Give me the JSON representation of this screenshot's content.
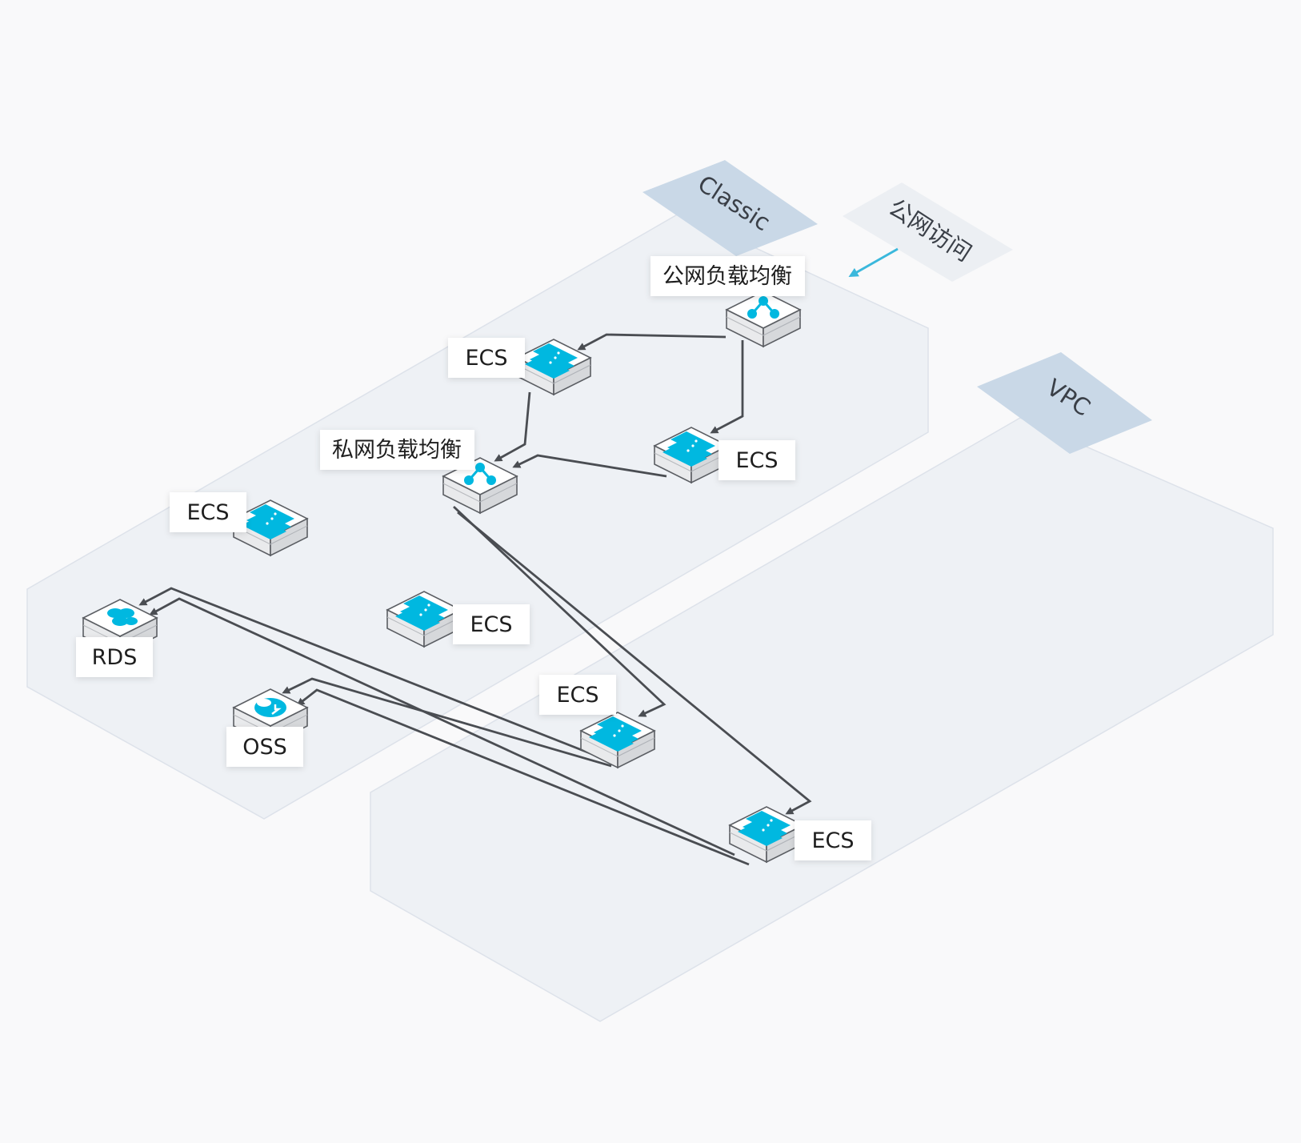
{
  "zones": {
    "classic": "Classic",
    "vpc": "VPC",
    "public_access": "公网访问"
  },
  "nodes": {
    "public_slb": {
      "label": "公网负载均衡",
      "icon": "load-balancer-icon"
    },
    "private_slb": {
      "label": "私网负载均衡",
      "icon": "load-balancer-icon"
    },
    "ecs_top": {
      "label": "ECS",
      "icon": "server-icon"
    },
    "ecs_right": {
      "label": "ECS",
      "icon": "server-icon"
    },
    "ecs_left": {
      "label": "ECS",
      "icon": "server-icon"
    },
    "ecs_middle": {
      "label": "ECS",
      "icon": "server-icon"
    },
    "ecs_classic_bottom": {
      "label": "ECS",
      "icon": "server-icon"
    },
    "ecs_vpc": {
      "label": "ECS",
      "icon": "server-icon"
    },
    "rds": {
      "label": "RDS",
      "icon": "database-icon"
    },
    "oss": {
      "label": "OSS",
      "icon": "storage-icon"
    }
  },
  "colors": {
    "zone_fill": "#eef1f5",
    "zone_stroke": "#dde2ea",
    "zone_tag": "#c9d8e7",
    "access_tag": "#eceff3",
    "connector": "#4a4d52",
    "access_arrow": "#3bb8dc",
    "icon_accent": "#00b8e0"
  }
}
